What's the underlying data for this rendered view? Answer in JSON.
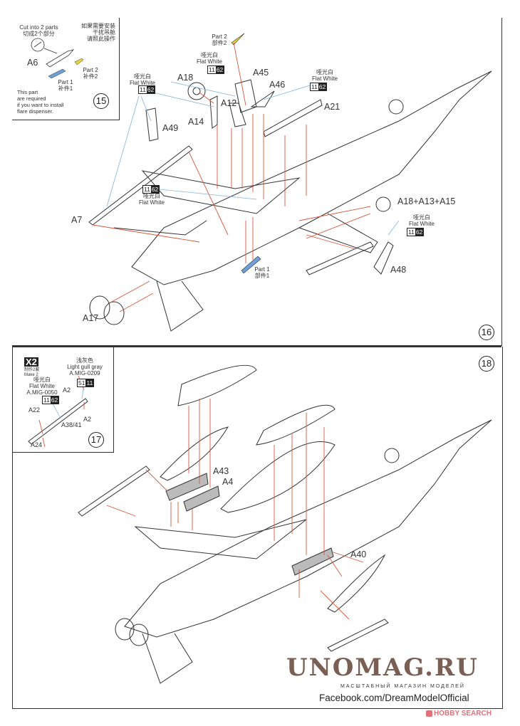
{
  "page": {
    "steps": [
      "15",
      "16",
      "17",
      "18"
    ]
  },
  "inset15": {
    "cut_en": "Cut into 2 parts",
    "cut_cn": "切成2个部分",
    "note_cn": [
      "如果需要安装",
      "干扰吊舱",
      "请照此操作"
    ],
    "part_label": "A6",
    "part2_en": "Part 2",
    "part2_cn": "补件2",
    "part1_en": "Part 1",
    "part1_cn": "补件1",
    "note_en": [
      "This part",
      "are required",
      "if you want to install",
      "flare dispenser."
    ],
    "step": "15"
  },
  "step16": {
    "part2_en": "Part 2",
    "part2_cn": "部件2",
    "part1_en": "Part 1",
    "part1_cn": "部件1",
    "paint_cn": "哑光白",
    "paint_en": "Flat White",
    "code_a": "11",
    "code_b": "62",
    "parts": [
      "A18",
      "A12",
      "A14",
      "A45",
      "A46",
      "A21",
      "A49",
      "A7",
      "A17",
      "A48",
      "A18+A13+A15"
    ],
    "step": "16"
  },
  "inset17": {
    "qty": "X2",
    "qty_cn": "制作2套",
    "qty_en": "Make 2",
    "paint1_cn": "浅灰色",
    "paint1_en": "Light gull gray",
    "paint1_ref": "A.MIG-0209",
    "paint1_code_a": "51",
    "paint1_code_b": "11",
    "paint2_cn": "哑光白",
    "paint2_en": "Flat White",
    "paint2_ref": "A.MIG-0050",
    "paint2_code_a": "11",
    "paint2_code_b": "62",
    "parts": [
      "A2",
      "A2",
      "A22",
      "A38/41",
      "A24"
    ],
    "step": "17"
  },
  "step18": {
    "parts": [
      "A43",
      "A4",
      "A40"
    ],
    "step": "18"
  },
  "footer": {
    "watermark": "UNOMAG.RU",
    "watermark_sub": "МАСШТАБНЫЙ МАГАЗИН МОДЕЛЕЙ",
    "facebook": "Facebook.com/DreamModelOfficial",
    "hobby_search": "HOBBY SEARCH"
  },
  "colors": {
    "leader_red": "#d9573a",
    "leader_blue": "#7fb3dd",
    "part_yellow": "#e6d63a",
    "part_blue": "#6e9fd6",
    "watermark": "#7a5f55",
    "hobby_red": "#e0707a"
  }
}
